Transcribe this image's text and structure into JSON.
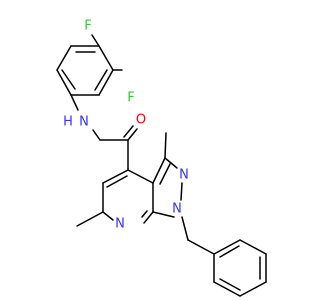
{
  "molecule": {
    "atoms": {
      "F_top": "F",
      "F_ortho": "F",
      "NH": "N",
      "H": "H",
      "O": "O",
      "N2": "N",
      "N_ring": "N",
      "N1": "N"
    }
  },
  "colors": {
    "carbon_bond": "#000000",
    "fluorine": "#33cc33",
    "nitrogen": "#3333ff",
    "oxygen": "#ff0000",
    "background": "#ffffff"
  }
}
